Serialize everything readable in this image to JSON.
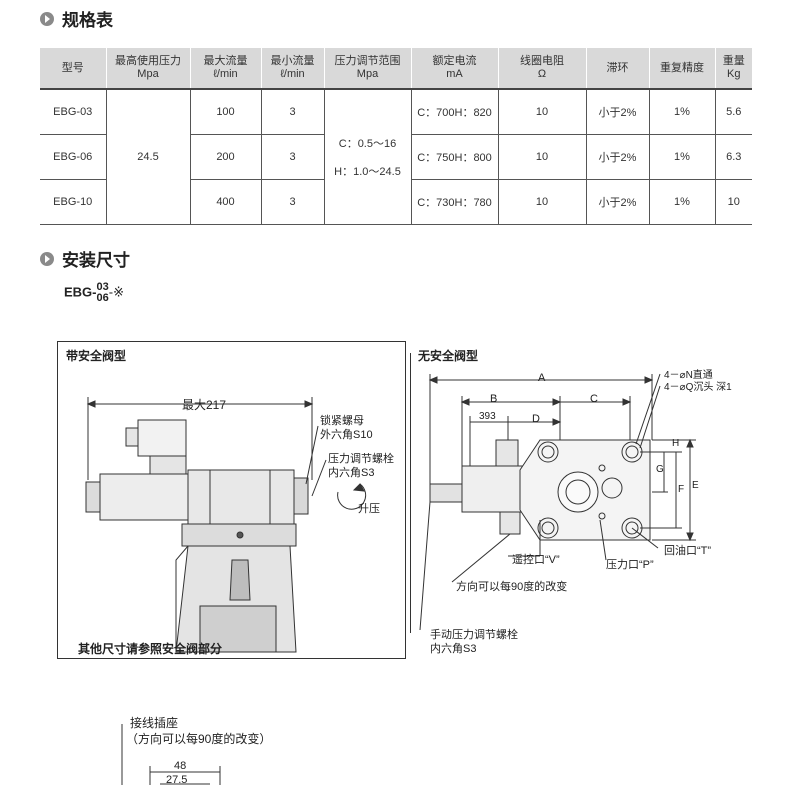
{
  "sections": {
    "spec_title": "规格表",
    "install_title": "安装尺寸"
  },
  "table": {
    "headers": [
      {
        "l1": "型号",
        "l2": ""
      },
      {
        "l1": "最高使用压力",
        "l2": "Mpa"
      },
      {
        "l1": "最大流量",
        "l2": "ℓ/min"
      },
      {
        "l1": "最小流量",
        "l2": "ℓ/min"
      },
      {
        "l1": "压力调节范围",
        "l2": "Mpa"
      },
      {
        "l1": "额定电流",
        "l2": "mA"
      },
      {
        "l1": "线圈电阻",
        "l2": "Ω"
      },
      {
        "l1": "滞环",
        "l2": ""
      },
      {
        "l1": "重复精度",
        "l2": ""
      },
      {
        "l1": "重量",
        "l2": "Kg"
      }
    ],
    "pressure_shared": "24.5",
    "range_c": "C：0.5～16",
    "range_h": "H：1.0～24.5",
    "rows": [
      {
        "model": "EBG-03",
        "max_flow": "100",
        "min_flow": "3",
        "current": "C：700H：820",
        "resistance": "10",
        "hysteresis": "小于2%",
        "repeat": "1%",
        "weight": "5.6"
      },
      {
        "model": "EBG-06",
        "max_flow": "200",
        "min_flow": "3",
        "current": "C：750H：800",
        "resistance": "10",
        "hysteresis": "小于2%",
        "repeat": "1%",
        "weight": "6.3"
      },
      {
        "model": "EBG-10",
        "max_flow": "400",
        "min_flow": "3",
        "current": "C：730H：780",
        "resistance": "10",
        "hysteresis": "小于2%",
        "repeat": "1%",
        "weight": "10"
      }
    ]
  },
  "model_code": {
    "prefix": "EBG-",
    "top": "03",
    "bottom": "06",
    "suffix": "-※"
  },
  "left_panel": {
    "title": "带安全阀型",
    "max_dim": "最大217",
    "lock_nut": "锁紧螺母",
    "hex_s10": "外六角S10",
    "pressure_bolt": "压力调节螺栓",
    "hex_s3": "内六角S3",
    "raise": "升压",
    "note": "其他尺寸请参照安全阀部分"
  },
  "right_panel": {
    "title": "无安全阀型",
    "dim_a": "A",
    "dim_b": "B",
    "dim_c": "C",
    "dim_d": "D",
    "dim_393": "393",
    "dim_e": "E",
    "dim_f": "F",
    "dim_g": "G",
    "dim_h": "H",
    "hole_n": "4－⌀N直通",
    "hole_q": "4－⌀Q沉头 深1",
    "remote_port": "遥控口“V”",
    "return_port": "回油口“T”",
    "pressure_port": "压力口“P”",
    "direction": "方向可以每90度的改变",
    "manual_bolt": "手动压力调节螺栓",
    "manual_hex": "内六角S3"
  },
  "bottom": {
    "socket": "接线插座",
    "socket_note": "（方向可以每90度的改变）",
    "dim_48": "48",
    "dim_275": "27.5"
  }
}
